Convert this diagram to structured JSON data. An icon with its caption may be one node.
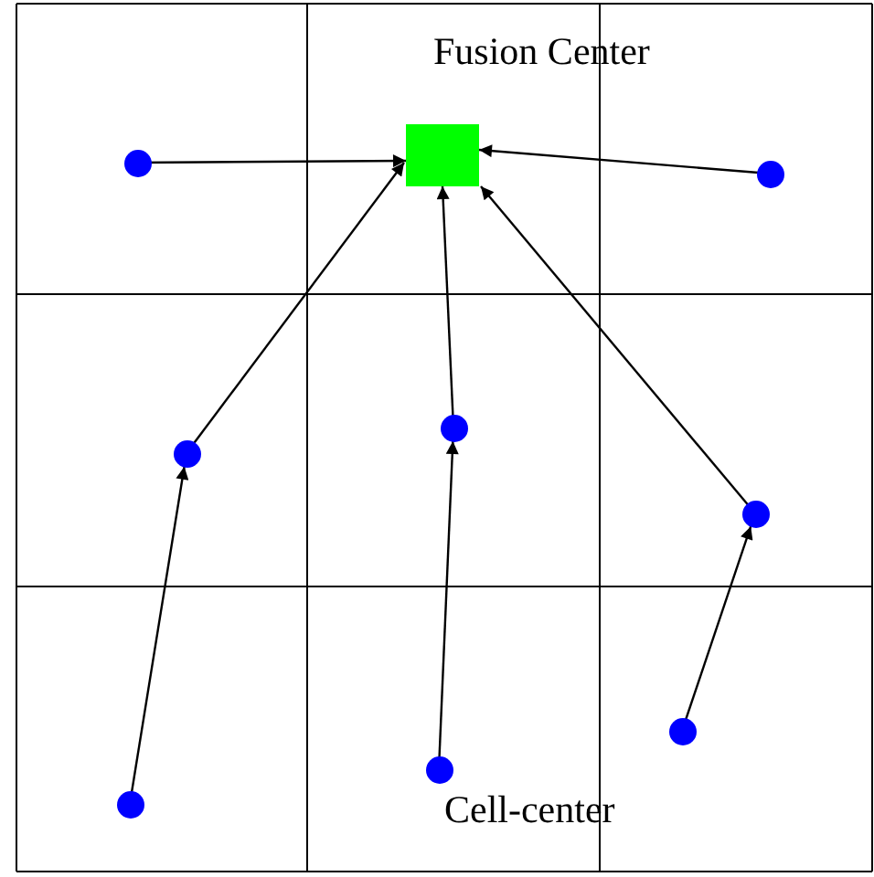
{
  "diagram": {
    "nodes": [
      {
        "text": [
          "Fusion Center"
        ]
      },
      {
        "text": [],
        "shape": "circle"
      },
      {
        "text": [],
        "shape": "circle"
      },
      {
        "text": [],
        "shape": "circle"
      },
      {
        "text": [],
        "shape": "circle"
      },
      {
        "text": [],
        "shape": "circle"
      },
      {
        "text": [],
        "shape": "circle"
      },
      {
        "text": [],
        "shape": "circle"
      },
      {
        "text": [],
        "shape": "circle"
      }
    ],
    "edges": [
      {
        "from": 1,
        "to": 0,
        "arrow": "to"
      },
      {
        "from": 2,
        "to": 0,
        "arrow": "to"
      },
      {
        "from": 3,
        "to": 0,
        "arrow": "to"
      },
      {
        "from": 4,
        "to": 0,
        "arrow": "to"
      },
      {
        "from": 5,
        "to": 0,
        "arrow": "to"
      },
      {
        "from": 8,
        "to": 3,
        "arrow": "to"
      },
      {
        "from": 7,
        "to": 4,
        "arrow": "to"
      },
      {
        "from": 6,
        "to": 5,
        "arrow": "to"
      }
    ],
    "labels": [
      "Cell-center"
    ]
  }
}
